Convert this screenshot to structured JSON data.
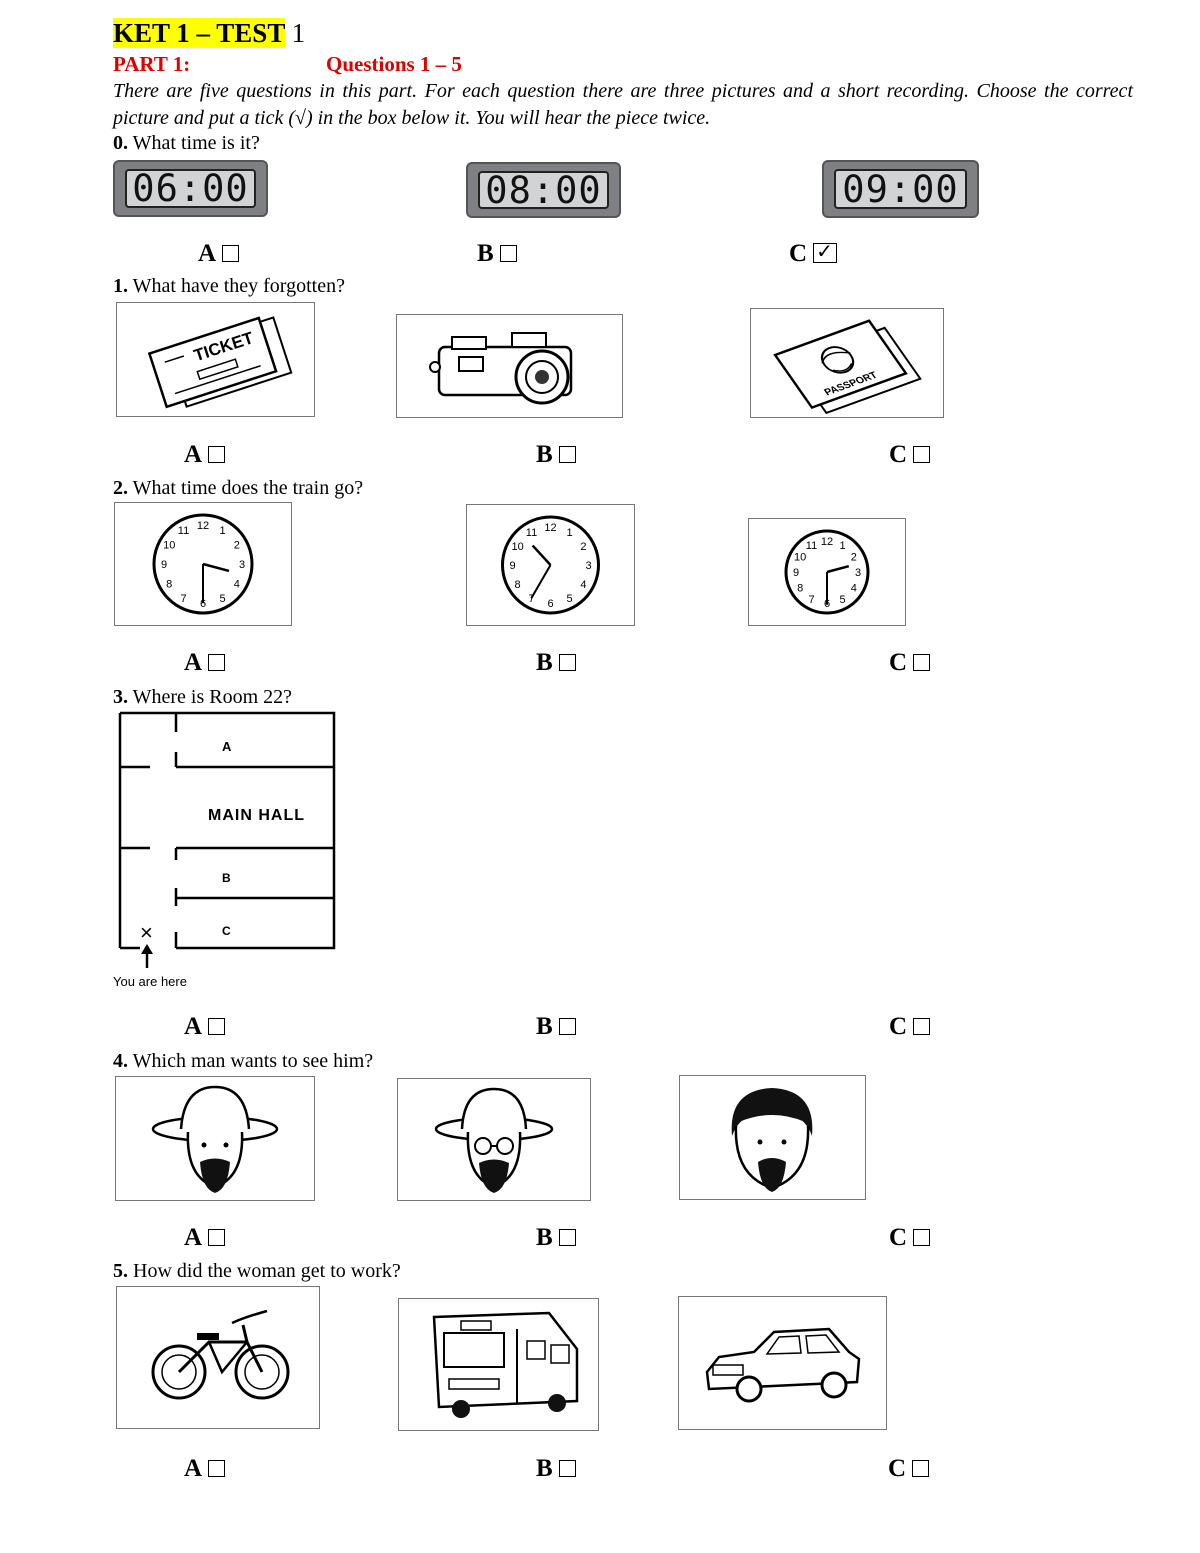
{
  "header": {
    "title_highlight": "KET 1 – TEST",
    "title_number": "1",
    "part_label": "PART 1:",
    "questions_range": "Questions 1 – 5",
    "instructions": "There are five questions in this part. For each question there are three pictures and a short recording. Choose the correct picture and put a tick (√) in the box below it. You will hear the piece twice."
  },
  "options": {
    "a": "A",
    "b": "B",
    "c": "C"
  },
  "q0": {
    "number": "0.",
    "text": "What time is it?",
    "times": [
      "06:00",
      "08:00",
      "09:00"
    ],
    "ticked": "C"
  },
  "q1": {
    "number": "1.",
    "text": "What have they forgotten?",
    "images": [
      "ticket",
      "camera",
      "passport"
    ],
    "ticket_word": "TICKET",
    "passport_word": "PASSPORT"
  },
  "q2": {
    "number": "2.",
    "text": "What time does the train go?"
  },
  "q3": {
    "number": "3.",
    "text": "Where is Room 22?",
    "map": {
      "label_a": "A",
      "main_hall": "MAIN HALL",
      "label_b": "B",
      "label_c": "C",
      "marker": "×",
      "you_are_here": "You are here"
    }
  },
  "q4": {
    "number": "4.",
    "text": "Which man wants to see him?"
  },
  "q5": {
    "number": "5.",
    "text": "How did the woman get to work?"
  }
}
